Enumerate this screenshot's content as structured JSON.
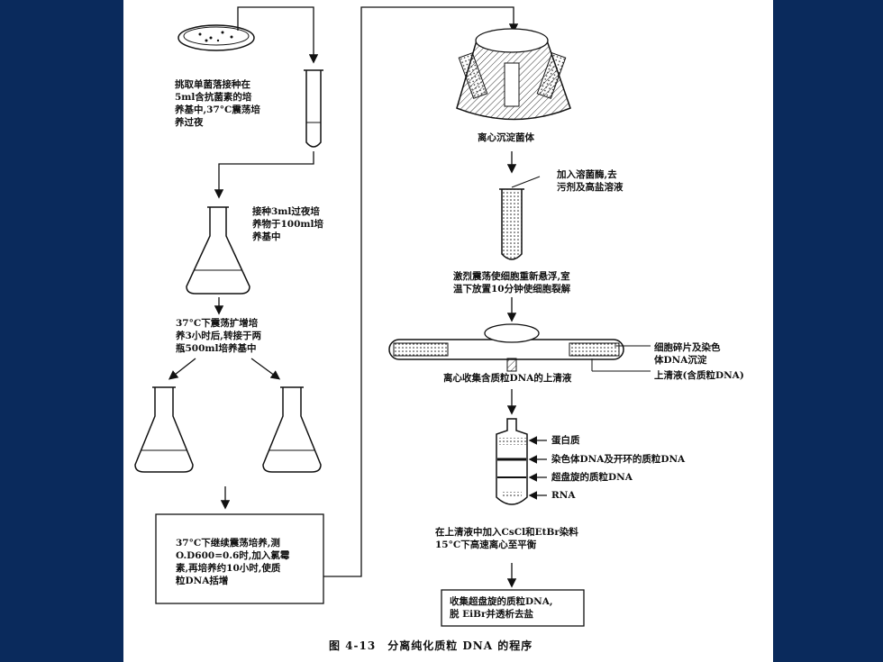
{
  "left_column": {
    "step1": "挑取单菌落接种在\n5ml含抗菌素的培\n养基中,37°C震荡培\n养过夜",
    "step2": "接种3ml过夜培\n养物于100ml培\n养基中",
    "step3": "37°C下震荡扩增培\n养3小时后,转接于两\n瓶500ml培养基中",
    "step4": "37°C下继续震荡培养,测\nO.D600=0.6时,加入氯霉\n素,再培养约10小时,使质\n粒DNA括增"
  },
  "right_column": {
    "centrifuge_label": "离心沉淀菌体",
    "add_lysis": "加入溶菌酶,去\n污剂及高盐溶液",
    "shake_label": "激烈震荡使细胞重新悬浮,室\n温下放置10分钟使细胞裂解",
    "pellet_label": "细胞碎片及染色\n体DNA沉淀",
    "supernatant_label": "上清液(含质粒DNA)",
    "collect_label": "离心收集含质粒DNA的上清液",
    "band_protein": "蛋白质",
    "band_chrom": "染色体DNA及开环的质粒DNA",
    "band_super": "超盘旋的质粒DNA",
    "band_rna": "RNA",
    "cscl_label": "在上清液中加入CsCl和EtBr染料\n15°C下高速离心至平衡",
    "final_box": "收集超盘旋的质粒DNA,\n脱 EiBr并透析去盐"
  },
  "caption": "图 4-13　分离纯化质粒 DNA 的程序"
}
